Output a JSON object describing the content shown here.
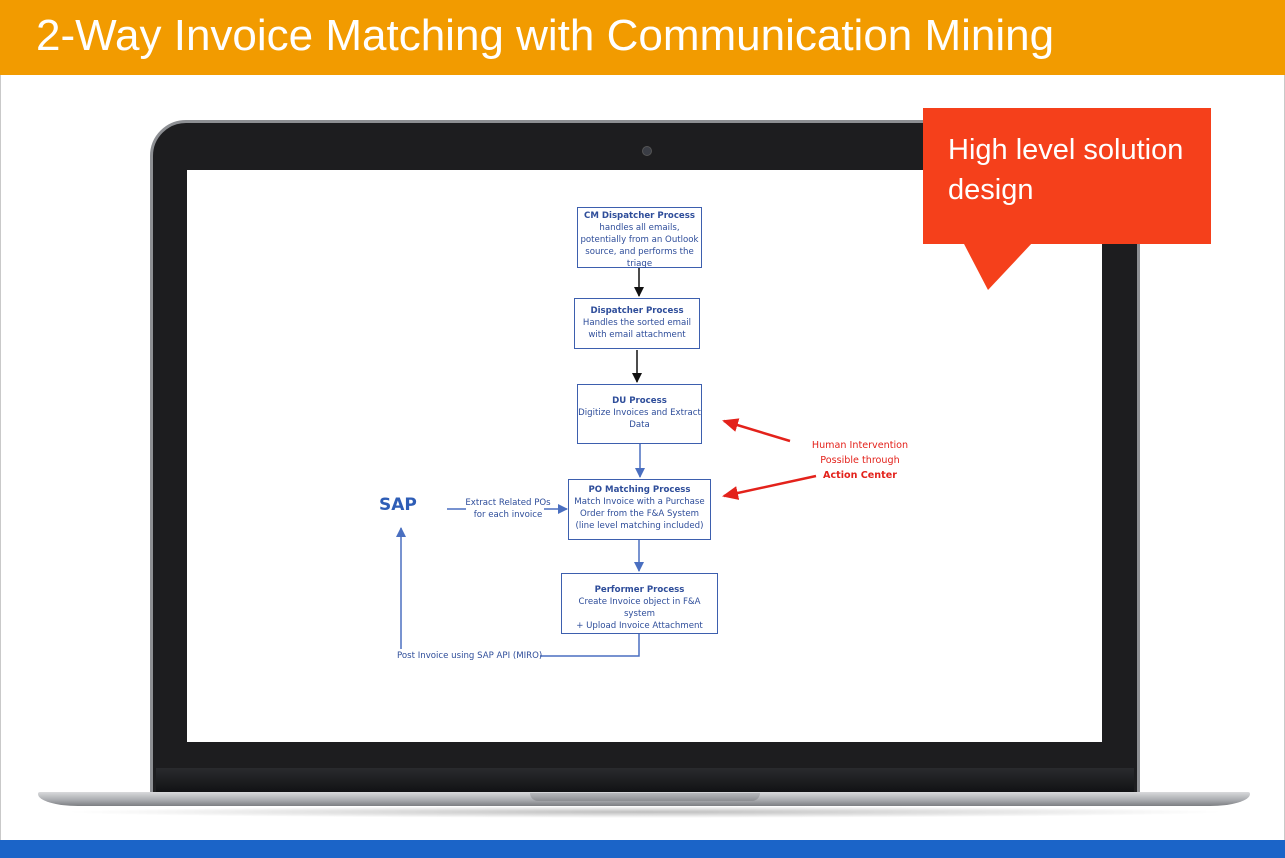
{
  "slide": {
    "title": "2-Way Invoice Matching with Communication Mining",
    "callout": "High level solution design",
    "colors": {
      "title_bar": "#f29b00",
      "bottom_bar": "#1b64c8",
      "callout": "#f5401b",
      "flow_blue": "#2e4d9a",
      "annotation_red": "#e3221b"
    }
  },
  "diagram": {
    "boxes": [
      {
        "title": "CM  Dispatcher Process",
        "desc_lines": [
          "handles all emails,",
          "potentially from an Outlook",
          "source, and performs the",
          "triage"
        ]
      },
      {
        "title": "Dispatcher Process",
        "desc_lines": [
          "Handles the sorted email",
          "with email attachment"
        ]
      },
      {
        "title": "DU Process",
        "desc_lines": [
          "Digitize Invoices and Extract",
          "Data"
        ]
      },
      {
        "title": "PO Matching Process",
        "desc_lines": [
          "Match Invoice with a Purchase",
          "Order from the F&A System",
          "(line level matching included)"
        ]
      },
      {
        "title": "Performer Process",
        "desc_lines": [
          "Create Invoice object in F&A system",
          "+ Upload Invoice Attachment"
        ]
      }
    ],
    "sap": "SAP",
    "extract_label_lines": [
      "Extract Related POs",
      "for each invoice"
    ],
    "post_label": "Post Invoice using SAP API (MIRO)",
    "human_intervention": {
      "line1": "Human Intervention",
      "line2": "Possible through",
      "line3": "Action Center"
    }
  }
}
